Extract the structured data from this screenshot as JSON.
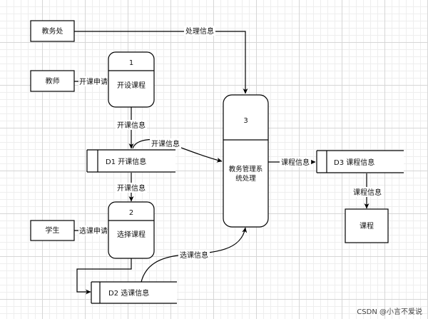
{
  "entities": {
    "dean_office": "教务处",
    "teacher": "教师",
    "student": "学生",
    "course": "课程"
  },
  "processes": {
    "p1": {
      "number": "1",
      "name": "开设课程"
    },
    "p2": {
      "number": "2",
      "name": "选择课程"
    },
    "p3": {
      "number": "3",
      "name_line1": "教务管理系",
      "name_line2": "统处理"
    }
  },
  "stores": {
    "d1": "D1 开课信息",
    "d2": "D2 选课信息",
    "d3": "D3 课程信息"
  },
  "flows": {
    "dean_to_p3": "处理信息",
    "teacher_to_p1": "开课申请",
    "p1_to_d1": "开课信息",
    "d1_to_p3": "开课信息",
    "d1_to_p2": "开课信息",
    "student_to_p2": "选课申请",
    "d2_to_p3": "选课信息",
    "p3_to_d3": "课程信息",
    "d3_to_course": "课程信息"
  },
  "watermark": "CSDN @小言不爱说",
  "colors": {
    "line": "#000000",
    "grid": "#d6d6d6",
    "background": "#ffffff"
  }
}
